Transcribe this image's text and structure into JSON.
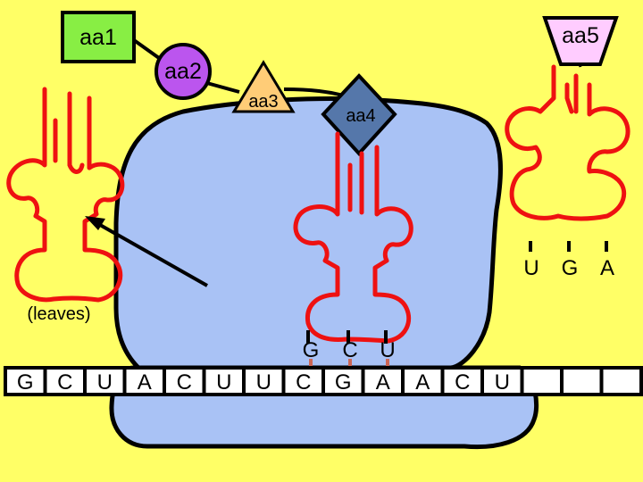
{
  "amino_acids": [
    {
      "label": "aa1",
      "color": "#88ee44"
    },
    {
      "label": "aa2",
      "color": "#bb55ee"
    },
    {
      "label": "aa3",
      "color": "#ffcc77"
    },
    {
      "label": "aa4",
      "color": "#5577aa"
    },
    {
      "label": "aa5",
      "color": "#ffccff"
    }
  ],
  "leaves_label": "(leaves)",
  "anticodons": {
    "incoming": [
      "U",
      "G",
      "A"
    ],
    "bound": [
      "G",
      "C",
      "U"
    ]
  },
  "mrna_bases": [
    "G",
    "C",
    "U",
    "A",
    "C",
    "U",
    "U",
    "C",
    "G",
    "A",
    "A",
    "C",
    "U",
    "",
    "",
    ""
  ],
  "colors": {
    "background": "#ffff66",
    "ribosome": "#a9c2f5",
    "trna": "#ee1111",
    "outline": "#000000"
  }
}
